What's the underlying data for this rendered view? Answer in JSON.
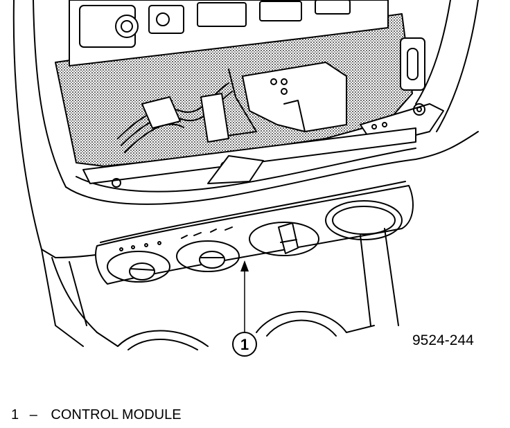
{
  "figure_id": "9524-244",
  "callout": {
    "number": "1"
  },
  "legend": {
    "number": "1",
    "separator": "–",
    "label": "CONTROL MODULE"
  }
}
